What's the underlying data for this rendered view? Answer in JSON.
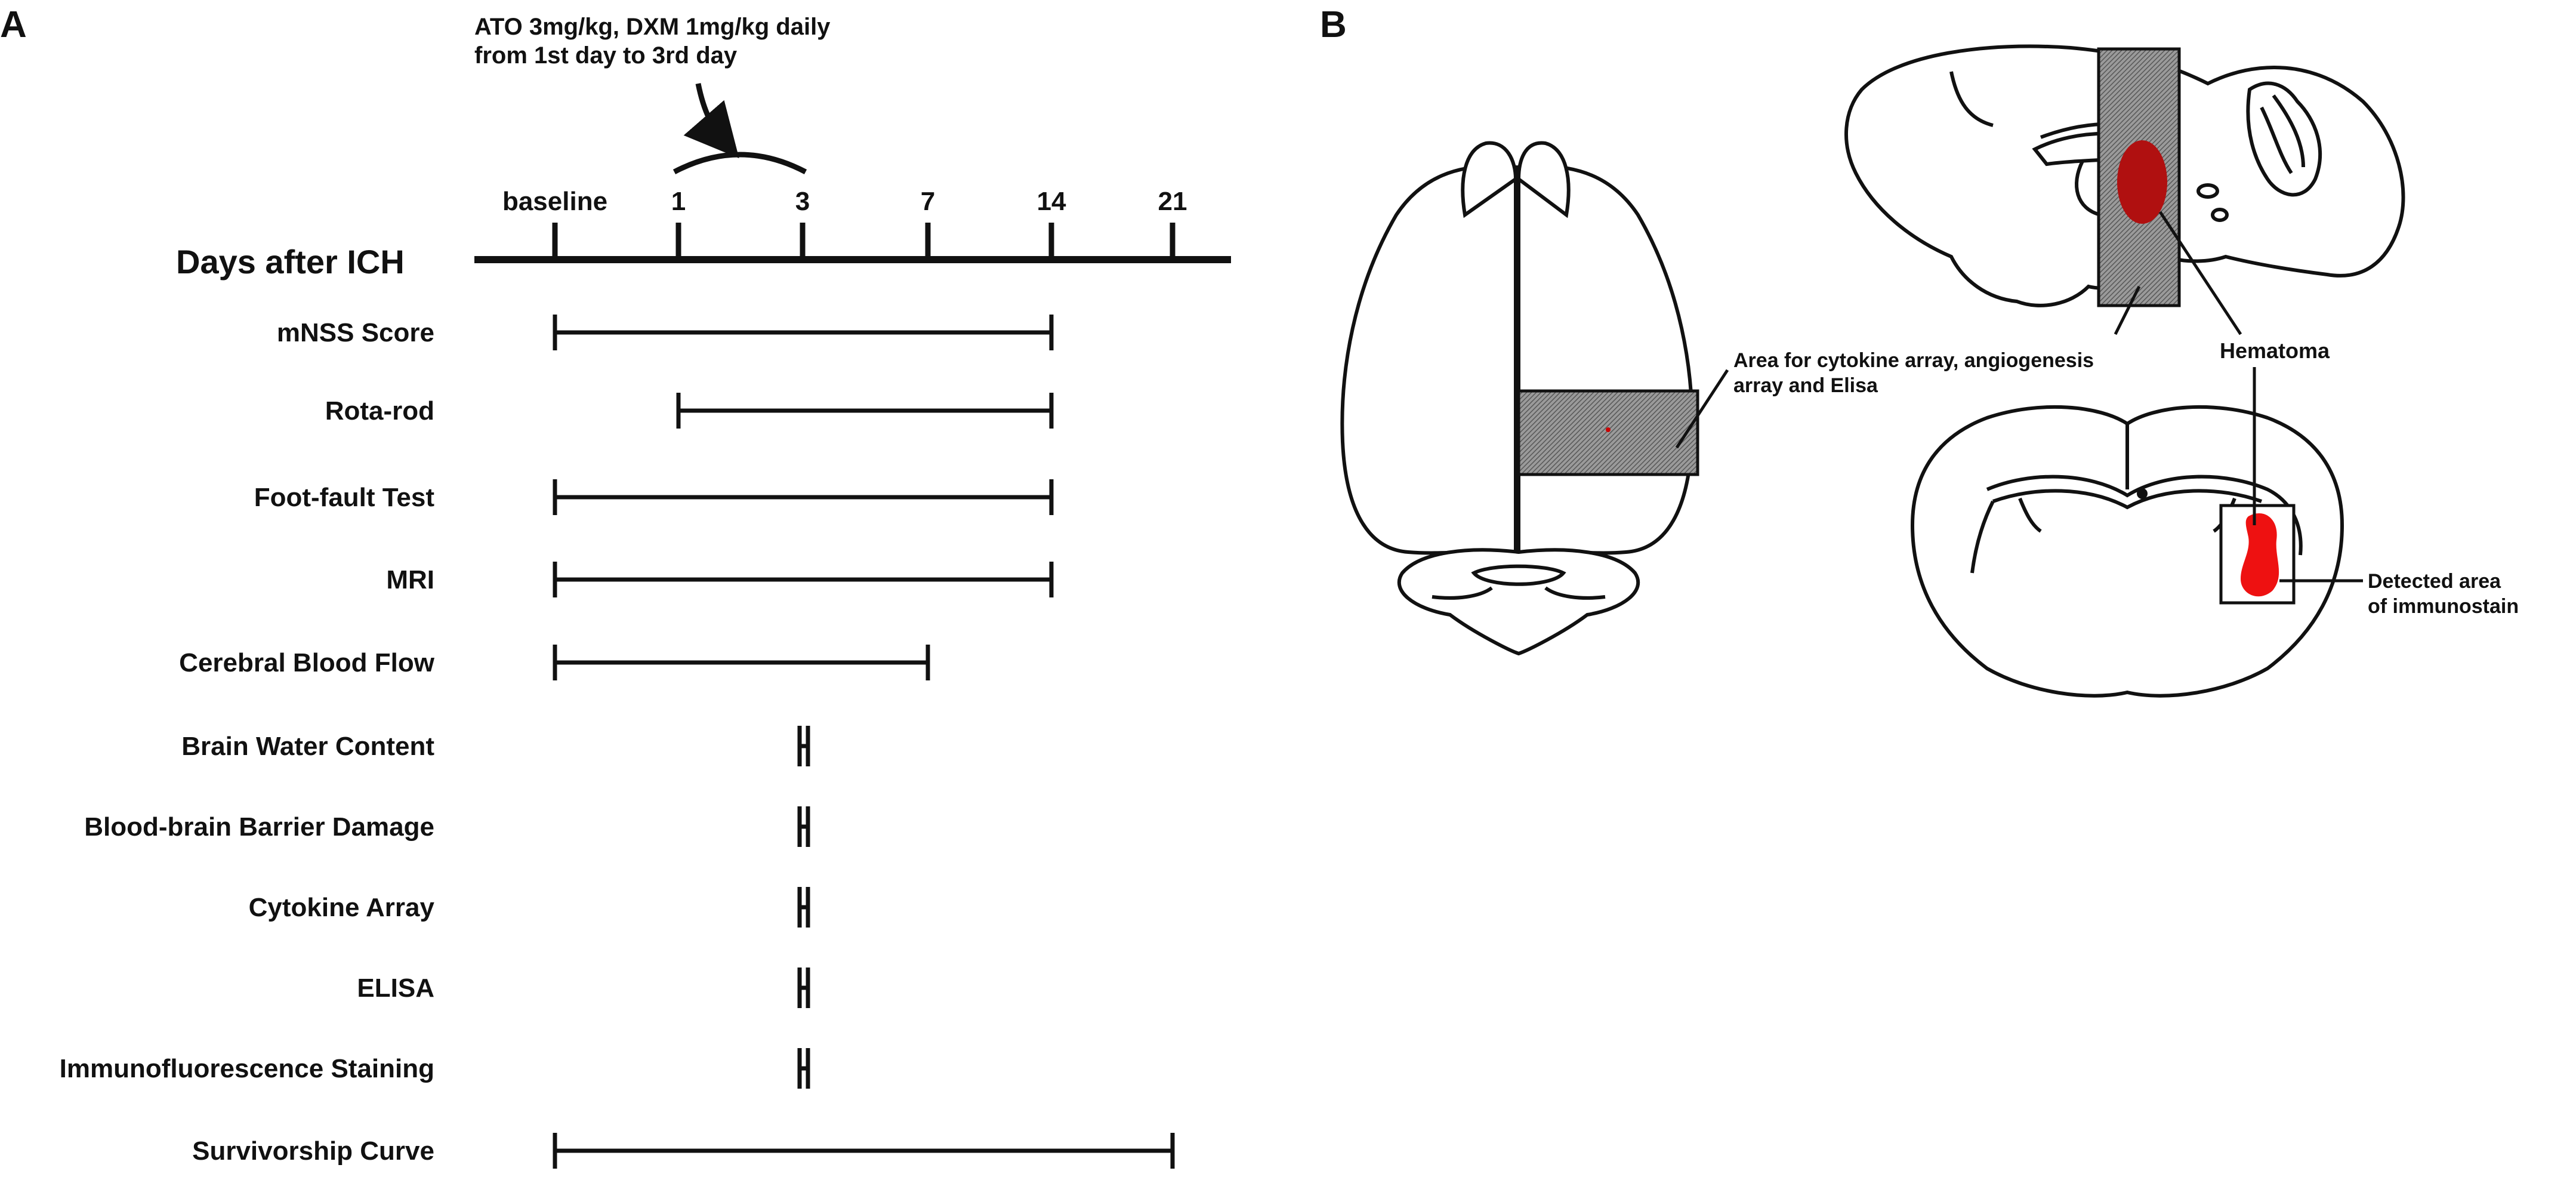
{
  "panel_a": {
    "label": "A",
    "treatment_note_line1": "ATO 3mg/kg, DXM 1mg/kg daily",
    "treatment_note_line2": "from 1st day to 3rd day",
    "axis_title": "Days after ICH",
    "ticks": [
      {
        "label": "baseline",
        "day": 0
      },
      {
        "label": "1",
        "day": 1
      },
      {
        "label": "3",
        "day": 3
      },
      {
        "label": "7",
        "day": 7
      },
      {
        "label": "14",
        "day": 14
      },
      {
        "label": "21",
        "day": 21
      }
    ],
    "rows": [
      {
        "name": "mNSS Score",
        "start": 0,
        "end": 14
      },
      {
        "name": "Rota-rod",
        "start": 1,
        "end": 14
      },
      {
        "name": "Foot-fault Test",
        "start": 0,
        "end": 14
      },
      {
        "name": "MRI",
        "start": 0,
        "end": 14
      },
      {
        "name": "Cerebral Blood Flow",
        "start": 0,
        "end": 7
      },
      {
        "name": "Brain Water Content",
        "start": 3,
        "end": 3
      },
      {
        "name": "Blood-brain Barrier Damage",
        "start": 3,
        "end": 3
      },
      {
        "name": "Cytokine  Array",
        "start": 3,
        "end": 3
      },
      {
        "name": "ELISA",
        "start": 3,
        "end": 3
      },
      {
        "name": "Immunofluorescence Staining",
        "start": 3,
        "end": 3
      },
      {
        "name": "Survivorship Curve",
        "start": 0,
        "end": 21
      }
    ]
  },
  "panel_b": {
    "label": "B",
    "area_label_line1": "Area for cytokine array, angiogenesis",
    "area_label_line2": "array and Elisa",
    "hematoma_label": "Hematoma",
    "detected_label_line1": "Detected area",
    "detected_label_line2": "of immunostain",
    "colors": {
      "hematoma": "#b01010",
      "immunostain": "#ee1111",
      "hatch": "#777777"
    }
  }
}
